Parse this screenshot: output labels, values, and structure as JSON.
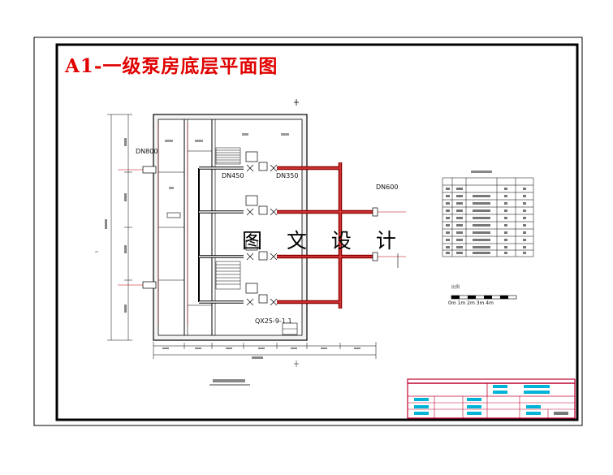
{
  "title": "A1-一级泵房底层平面图",
  "watermark": "图 文 设 计",
  "labels": {
    "dn800": "DN800",
    "dn450": "DN450",
    "dn350": "DN350",
    "dn600": "DN600",
    "crane": "QX25-9-1.1",
    "scale_label": "比例",
    "scale_ticks": "0m 1m 2m 3m 4m"
  },
  "colors": {
    "frame": "#000000",
    "title": "#e00000",
    "pipe": "#c00000",
    "title_block": "#c00030",
    "title_block_fill": "#00b4d8"
  }
}
